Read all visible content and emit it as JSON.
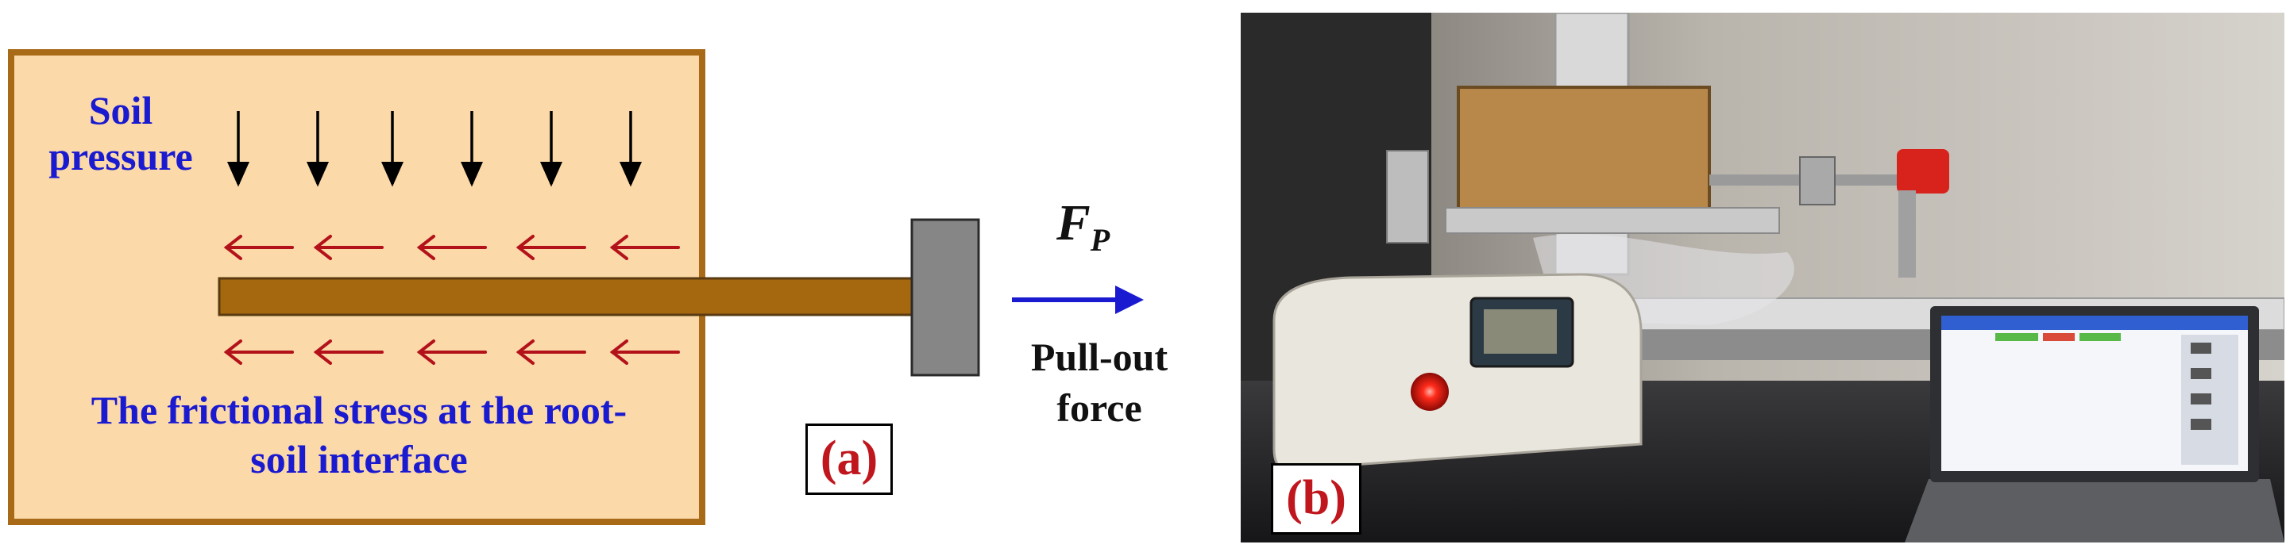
{
  "panel_a": {
    "soil_pressure_line1": "Soil",
    "soil_pressure_line2": "pressure",
    "frictional_line1": "The frictional stress at the root-",
    "frictional_line2": "soil interface",
    "label": "(a)",
    "force_symbol": "F",
    "force_subscript": "P",
    "pull_out_line1": "Pull-out",
    "pull_out_line2": "force"
  },
  "panel_b": {
    "label": "(b)"
  },
  "colors": {
    "soil_fill": "#fbd9a8",
    "soil_border": "#a86a16",
    "root": "#a5680f",
    "anchor": "#868686",
    "pressure_arrow": "#000000",
    "friction_arrow": "#b3121a",
    "force_arrow": "#1a1ad0",
    "text_blue": "#1a1ad0",
    "label_red": "#c0161d"
  }
}
